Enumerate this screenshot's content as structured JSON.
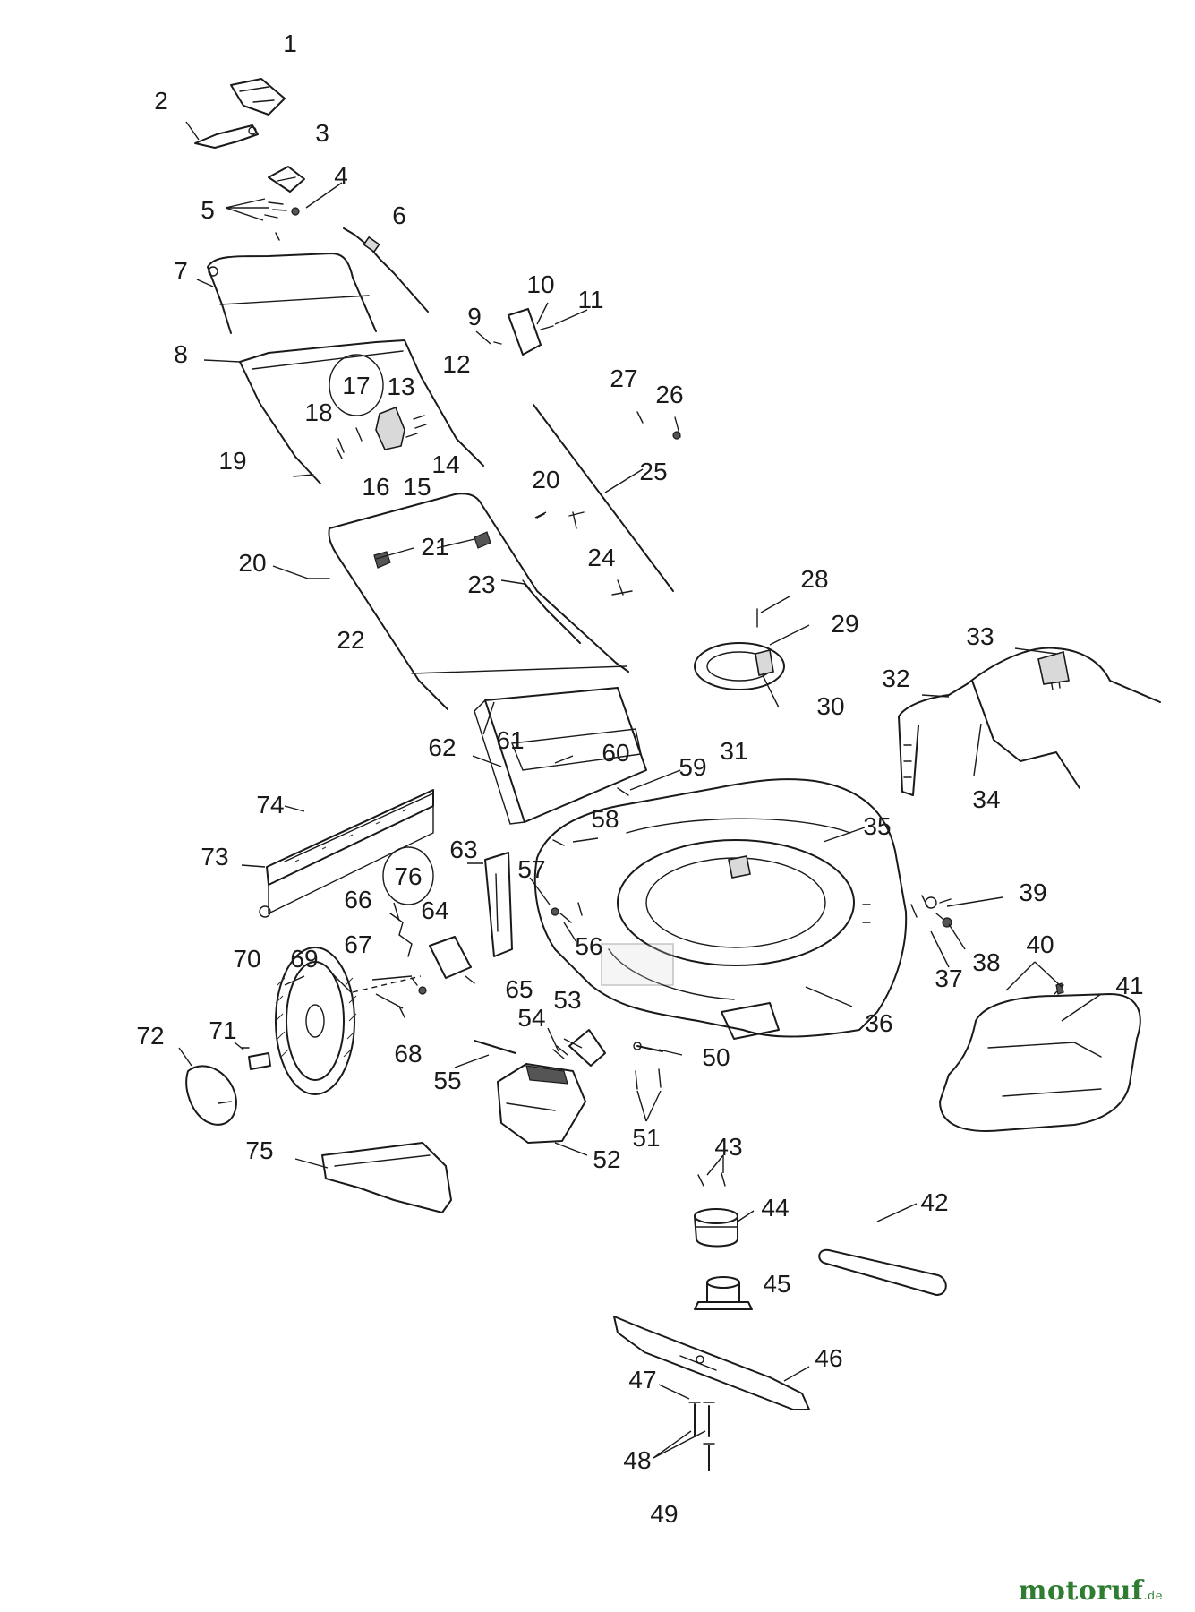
{
  "callouts": [
    "1",
    "2",
    "3",
    "4",
    "5",
    "6",
    "7",
    "8",
    "9",
    "10",
    "11",
    "12",
    "13",
    "14",
    "15",
    "16",
    "17",
    "18",
    "19",
    "20",
    "20",
    "21",
    "22",
    "23",
    "24",
    "25",
    "26",
    "27",
    "28",
    "29",
    "30",
    "31",
    "32",
    "33",
    "34",
    "35",
    "36",
    "37",
    "38",
    "39",
    "40",
    "41",
    "42",
    "43",
    "44",
    "45",
    "46",
    "47",
    "48",
    "49",
    "50",
    "51",
    "52",
    "53",
    "54",
    "55",
    "56",
    "57",
    "58",
    "59",
    "60",
    "61",
    "62",
    "63",
    "64",
    "65",
    "66",
    "67",
    "68",
    "69",
    "70",
    "71",
    "72",
    "73",
    "74",
    "75",
    "76"
  ],
  "brand": {
    "name": "motoruf",
    "tld": ".de",
    "color": "#2e7d32"
  },
  "colors": {
    "ink": "#1a1a1a",
    "background": "#ffffff"
  }
}
